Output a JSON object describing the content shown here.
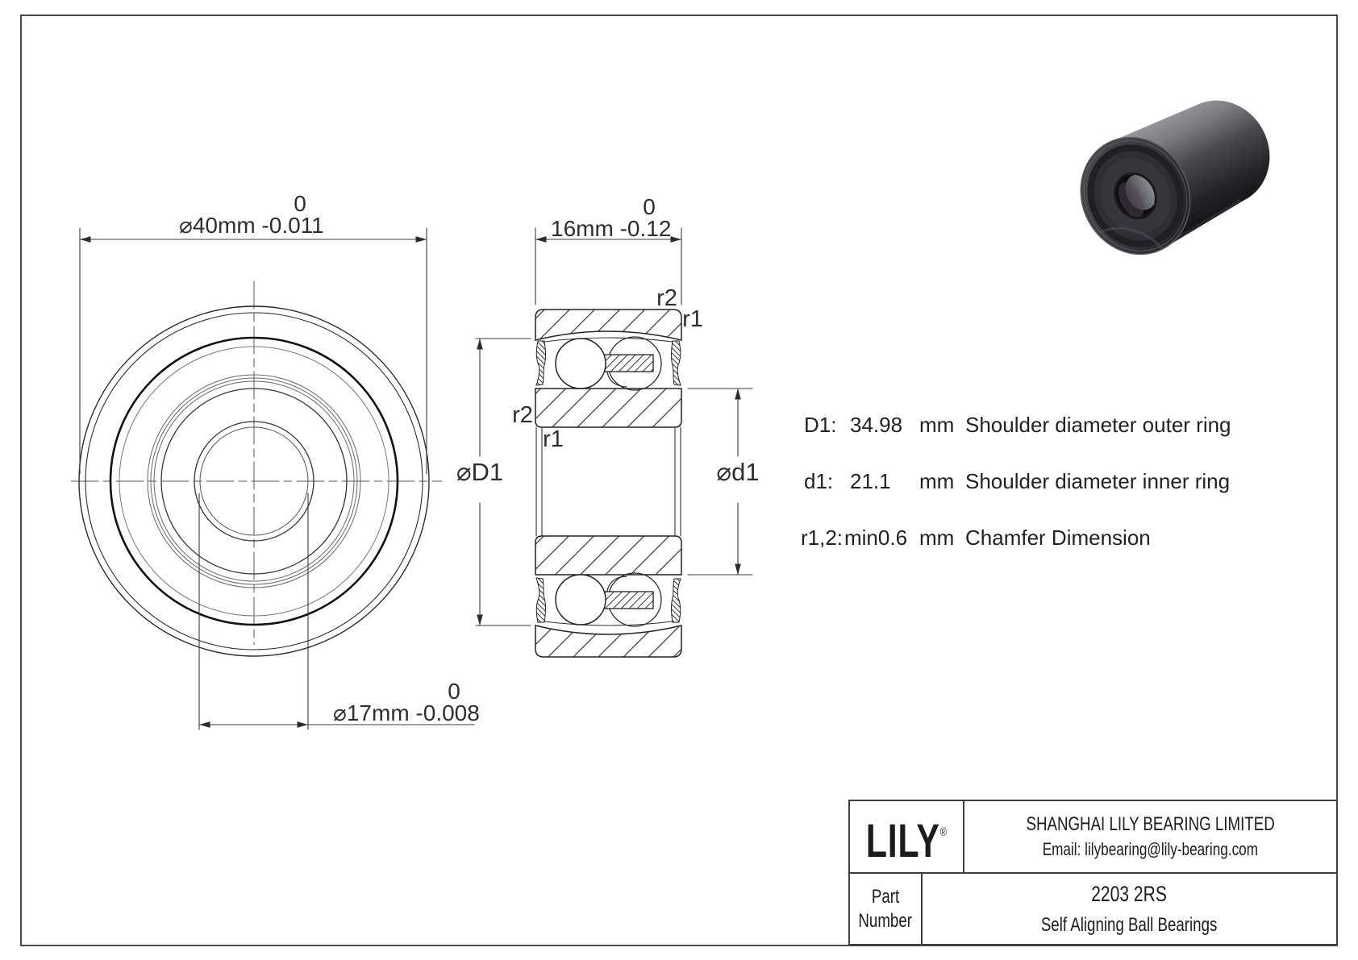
{
  "drawing": {
    "front_view": {
      "od_dimension": {
        "main": "⌀40mm -0.011",
        "upper": "0"
      },
      "bore_dimension": {
        "main": "⌀17mm -0.008",
        "upper": "0"
      }
    },
    "section_view": {
      "width_dimension": {
        "main": "16mm -0.12",
        "upper": "0"
      },
      "outer_shoulder_label": "⌀D1",
      "inner_shoulder_label": "⌀d1",
      "r1_label": "r1",
      "r2_label": "r2"
    },
    "specs": [
      {
        "name": "D1:",
        "value": "34.98",
        "unit": "mm",
        "desc": "Shoulder diameter outer ring"
      },
      {
        "name": "d1:",
        "value": "21.1",
        "unit": "mm",
        "desc": "Shoulder diameter inner ring"
      },
      {
        "name": "r1,2:",
        "value": "min0.6",
        "unit": "mm",
        "desc": "Chamfer Dimension"
      }
    ],
    "title_block": {
      "brand": "LILY",
      "registered_mark": "®",
      "company": "SHANGHAI LILY BEARING LIMITED",
      "email": "Email: lilybearing@lily-bearing.com",
      "part_label_1": "Part",
      "part_label_2": "Number",
      "part_number": "2203 2RS",
      "product_type": "Self Aligning Ball Bearings"
    }
  }
}
